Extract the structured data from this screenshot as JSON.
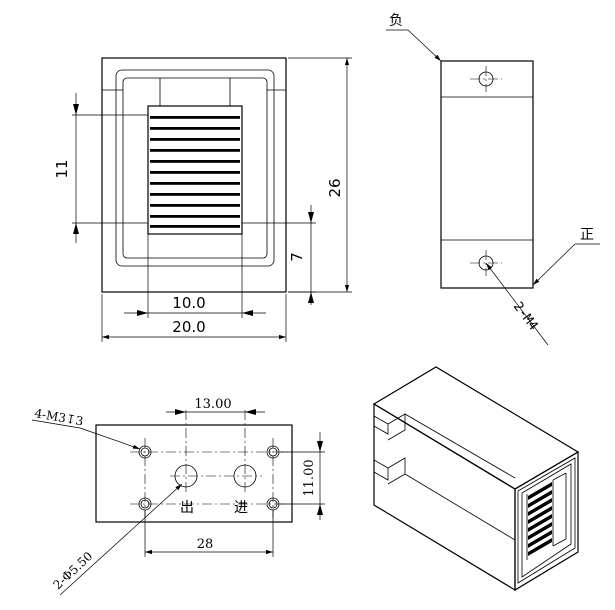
{
  "front_view": {
    "dim_width_outer": "20.0",
    "dim_width_inner": "10.0",
    "dim_height_total": "26",
    "dim_height_fins": "11",
    "dim_offset": "7"
  },
  "side_view": {
    "label_negative": "负",
    "label_positive": "正",
    "label_threads": "2-M4"
  },
  "bottom_view": {
    "label_tapped_holes": "4-M3↧3",
    "dim_hole_pitch": "13.00",
    "dim_hole_spacing_y": "11.00",
    "dim_hole_spacing_x": "28",
    "label_ports": "2-Φ5.50",
    "label_outlet": "出",
    "label_inlet": "进"
  }
}
